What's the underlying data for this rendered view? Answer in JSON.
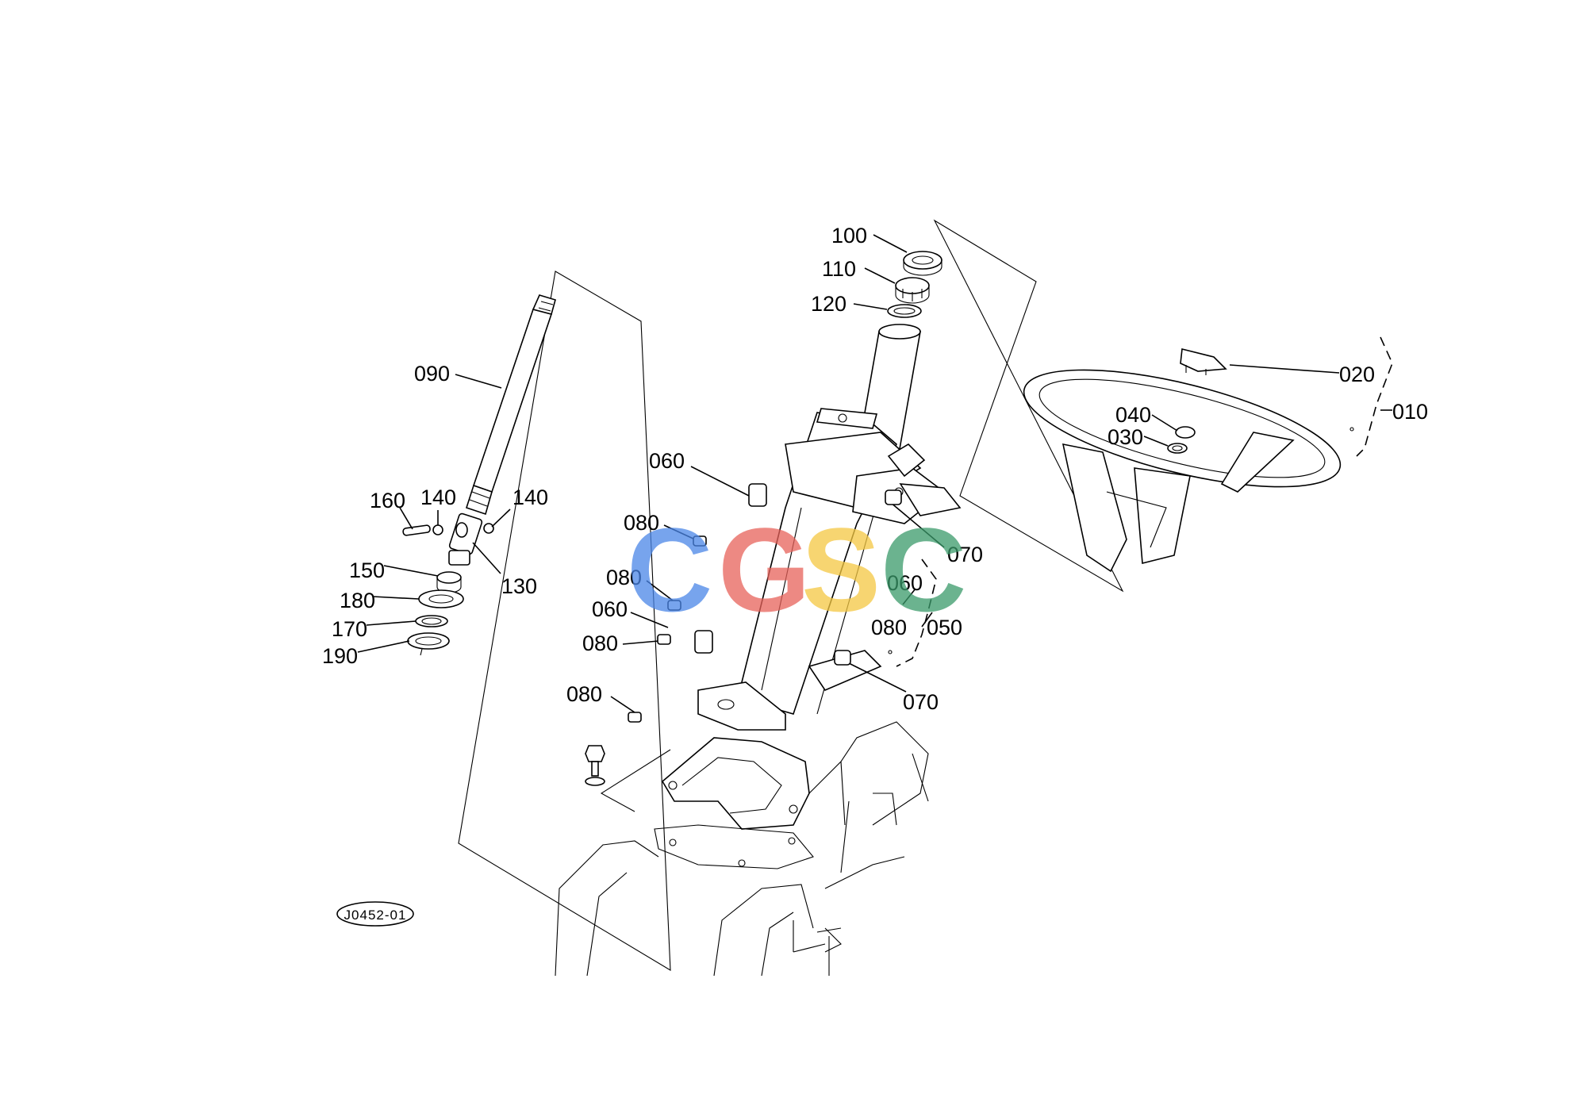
{
  "diagram": {
    "drawing_code": "J0452-01",
    "labels": {
      "p010": "010",
      "p020": "020",
      "p030": "030",
      "p040": "040",
      "p050": "050",
      "p060a": "060",
      "p060b": "060",
      "p060c": "060",
      "p070a": "070",
      "p070b": "070",
      "p080a": "080",
      "p080b": "080",
      "p080c": "080",
      "p080d": "080",
      "p080e": "080",
      "p090": "090",
      "p100": "100",
      "p110": "110",
      "p120": "120",
      "p130": "130",
      "p140a": "140",
      "p140b": "140",
      "p150": "150",
      "p160": "160",
      "p170": "170",
      "p180": "180",
      "p190": "190"
    }
  },
  "watermark": {
    "letters": [
      "C",
      "G",
      "S",
      "C"
    ],
    "colors": [
      "#4a86e8",
      "#e8625a",
      "#f5c842",
      "#3a9a6a"
    ]
  }
}
